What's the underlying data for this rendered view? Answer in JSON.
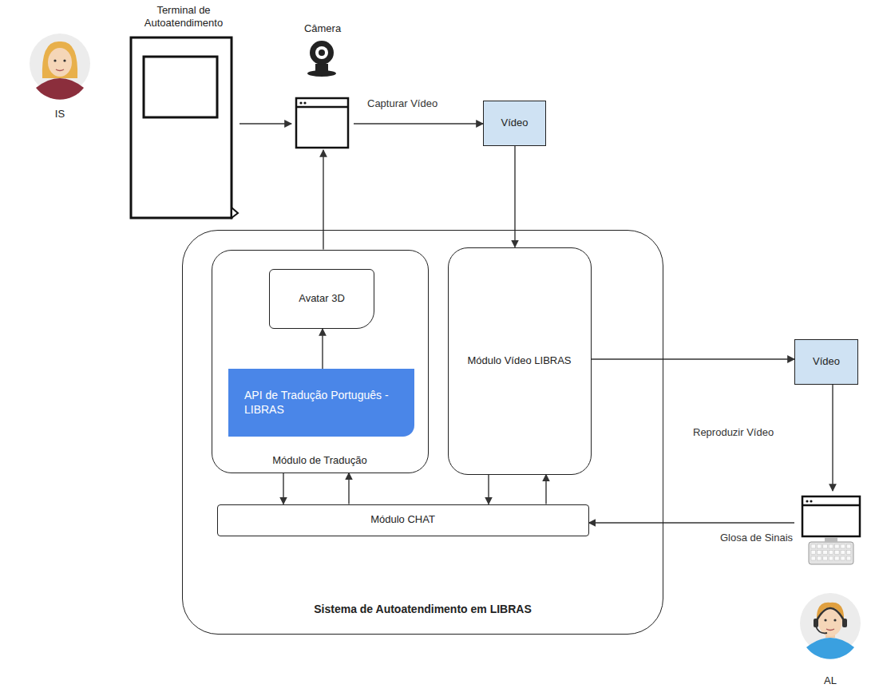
{
  "diagram": {
    "nodes": [
      {
        "text": [
          "IS"
        ]
      },
      {
        "text": [
          "Terminal de Autoatendimento"
        ]
      },
      {
        "text": [
          "Câmera"
        ]
      },
      {
        "text": [
          "Vídeo"
        ]
      },
      {
        "text": [
          "Sistema de Autoatendimento em LIBRAS"
        ]
      },
      {
        "text": [
          "Módulo de Tradução"
        ],
        "in": 4
      },
      {
        "text": [
          "Avatar 3D"
        ],
        "in": 5
      },
      {
        "text": [
          "API de Tradução Português - LIBRAS"
        ],
        "in": 5
      },
      {
        "text": [
          "Módulo Vídeo LIBRAS"
        ],
        "in": 4
      },
      {
        "text": [
          "Módulo CHAT"
        ],
        "in": 4
      },
      {
        "text": [
          "Vídeo"
        ]
      },
      {
        "text": [
          "AL"
        ]
      }
    ],
    "edges": [
      {
        "from": 1,
        "to": 2,
        "arrow": "to"
      },
      {
        "from": 2,
        "to": 3,
        "label": "Capturar Vídeo",
        "arrow": "to"
      },
      {
        "from": 5,
        "to": 2,
        "arrow": "to"
      },
      {
        "from": 3,
        "to": 8,
        "arrow": "to"
      },
      {
        "from": 7,
        "to": 6,
        "arrow": "to"
      },
      {
        "from": 8,
        "to": 10,
        "arrow": "to"
      },
      {
        "from": 10,
        "to": 11,
        "label": "Reproduzir Vídeo",
        "arrow": "to"
      },
      {
        "from": 11,
        "to": 9,
        "label": "Glosa de Sinais",
        "arrow": "to"
      },
      {
        "from": 5,
        "to": 9,
        "arrow": "to"
      },
      {
        "from": 9,
        "to": 5,
        "arrow": "to"
      },
      {
        "from": 8,
        "to": 9,
        "arrow": "to"
      },
      {
        "from": 9,
        "to": 8,
        "arrow": "to"
      }
    ]
  }
}
